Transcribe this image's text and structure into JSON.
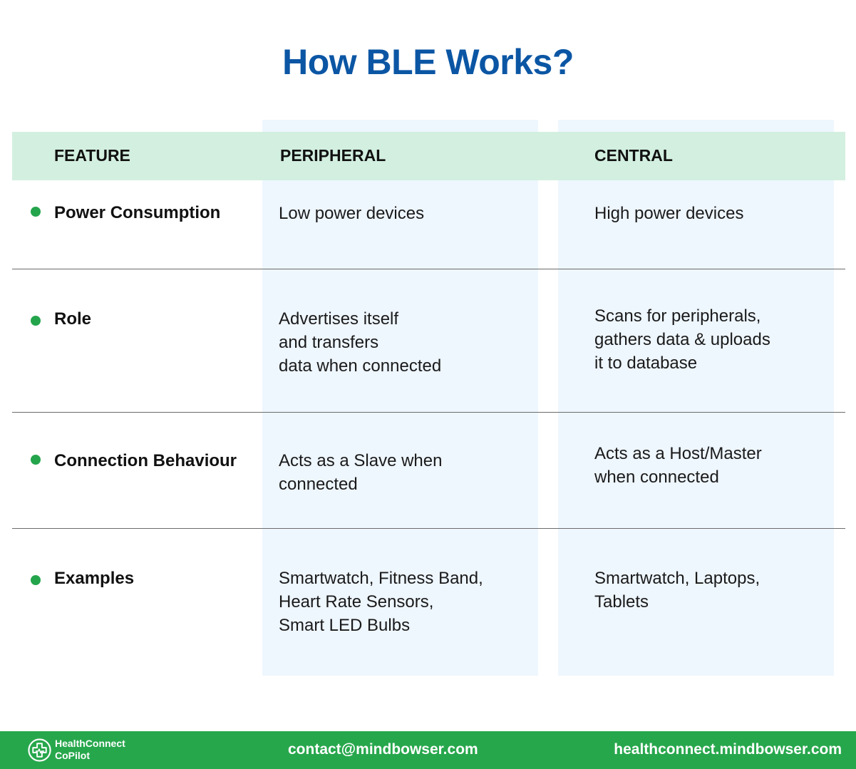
{
  "title": "How BLE Works?",
  "headers": [
    "FEATURE",
    "PERIPHERAL",
    "CENTRAL"
  ],
  "rows": [
    {
      "feature": "Power Consumption",
      "peripheral": "Low power devices",
      "central": "High power devices"
    },
    {
      "feature": "Role",
      "peripheral": "Advertises itself\nand transfers\ndata when connected",
      "central": "Scans for peripherals,\ngathers data & uploads\nit to database"
    },
    {
      "feature": "Connection Behaviour",
      "peripheral": "Acts as a Slave when\nconnected",
      "central": "Acts as a Host/Master\nwhen connected"
    },
    {
      "feature": "Examples",
      "peripheral": "Smartwatch, Fitness Band,\nHeart Rate Sensors,\nSmart LED Bulbs",
      "central": "Smartwatch, Laptops,\nTablets"
    }
  ],
  "footer": {
    "brand_line1": "HealthConnect",
    "brand_line2": "CoPilot",
    "email": "contact@mindbowser.com",
    "website": "healthconnect.mindbowser.com"
  },
  "colors": {
    "title": "#0b56a4",
    "header_band": "#cfeedd",
    "column_bg": "#eef6fe",
    "bullet": "#24a54c",
    "footer": "#27a74c"
  },
  "icons": {
    "bullet": "green-dot-icon",
    "logo": "health-cross-logo-icon"
  }
}
